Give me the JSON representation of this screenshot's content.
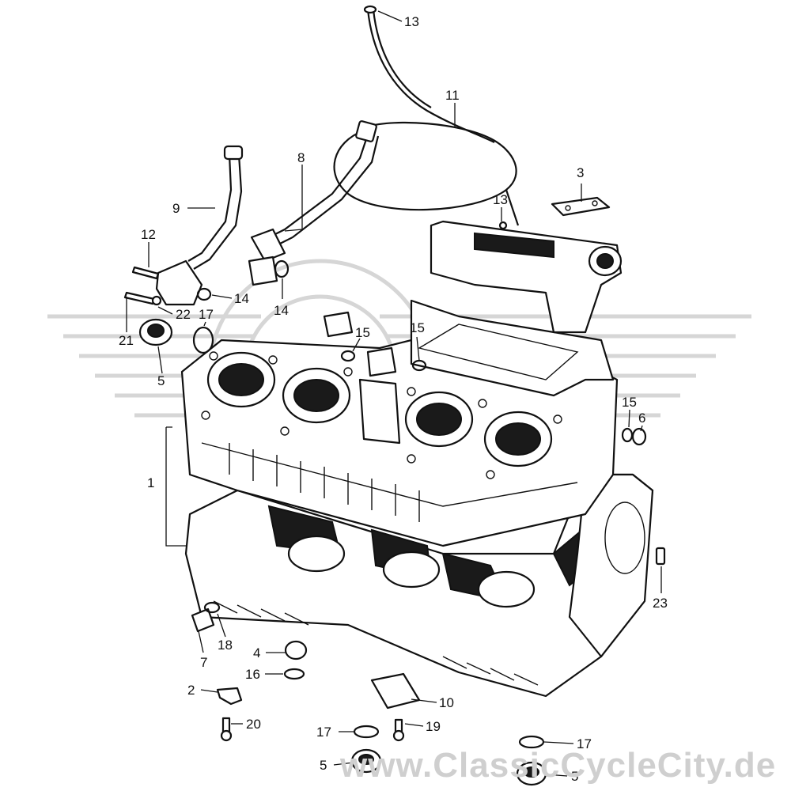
{
  "watermark": {
    "text": "www.ClassicCycleCity.de",
    "logo": "wings-circle-logo"
  },
  "callouts": [
    {
      "id": "c1",
      "label": "1"
    },
    {
      "id": "c2",
      "label": "2"
    },
    {
      "id": "c3",
      "label": "3"
    },
    {
      "id": "c4",
      "label": "4"
    },
    {
      "id": "c5a",
      "label": "5"
    },
    {
      "id": "c5b",
      "label": "5"
    },
    {
      "id": "c5c",
      "label": "5"
    },
    {
      "id": "c6",
      "label": "6"
    },
    {
      "id": "c7",
      "label": "7"
    },
    {
      "id": "c8",
      "label": "8"
    },
    {
      "id": "c9",
      "label": "9"
    },
    {
      "id": "c10",
      "label": "10"
    },
    {
      "id": "c11",
      "label": "11"
    },
    {
      "id": "c12",
      "label": "12"
    },
    {
      "id": "c13a",
      "label": "13"
    },
    {
      "id": "c13b",
      "label": "13"
    },
    {
      "id": "c14a",
      "label": "14"
    },
    {
      "id": "c14b",
      "label": "14"
    },
    {
      "id": "c15a",
      "label": "15"
    },
    {
      "id": "c15b",
      "label": "15"
    },
    {
      "id": "c15c",
      "label": "15"
    },
    {
      "id": "c16",
      "label": "16"
    },
    {
      "id": "c17a",
      "label": "17"
    },
    {
      "id": "c17b",
      "label": "17"
    },
    {
      "id": "c17c",
      "label": "17"
    },
    {
      "id": "c18",
      "label": "18"
    },
    {
      "id": "c19",
      "label": "19"
    },
    {
      "id": "c20",
      "label": "20"
    },
    {
      "id": "c21",
      "label": "21"
    },
    {
      "id": "c22",
      "label": "22"
    },
    {
      "id": "c23",
      "label": "23"
    }
  ]
}
